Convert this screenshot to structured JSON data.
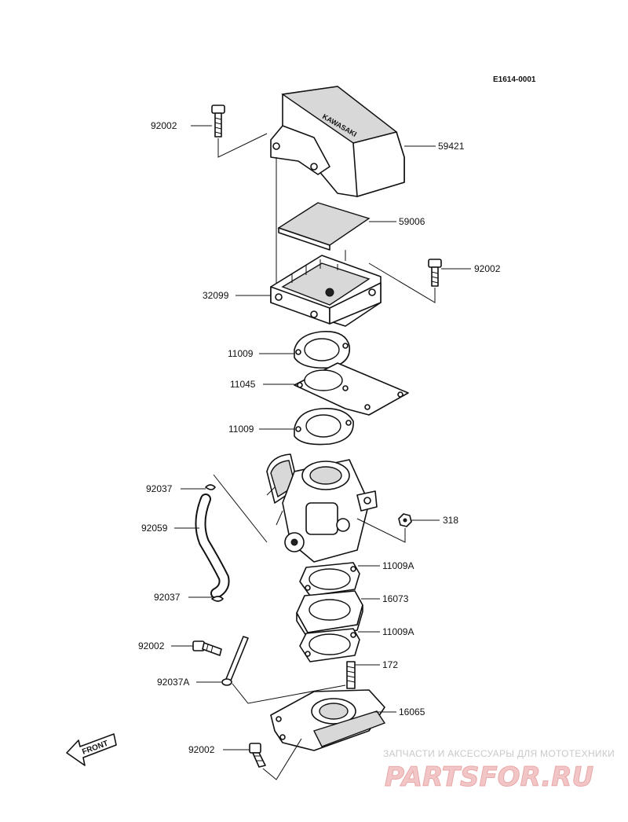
{
  "diagram": {
    "code": "E1614-0001",
    "front_label": "FRONT",
    "labels": {
      "bolt_top": "92002",
      "cover": "59421",
      "filter": "59006",
      "bolt_right": "92002",
      "base": "32099",
      "gasket_1": "11009",
      "plate": "11045",
      "gasket_2": "11009",
      "clip_top": "92037",
      "hose": "92059",
      "clip_bottom": "92037",
      "nut": "318",
      "gasket_a1": "11009A",
      "spacer": "16073",
      "gasket_a2": "11009A",
      "stud": "172",
      "bolt_lower": "92002",
      "tie": "92037A",
      "manifold": "16065",
      "bolt_bottom": "92002"
    }
  },
  "watermark": {
    "tagline": "ЗАПЧАСТИ И АКСЕССУАРЫ ДЛЯ МОТОТЕХНИКИ",
    "logo": "PARTSFOR.RU"
  }
}
